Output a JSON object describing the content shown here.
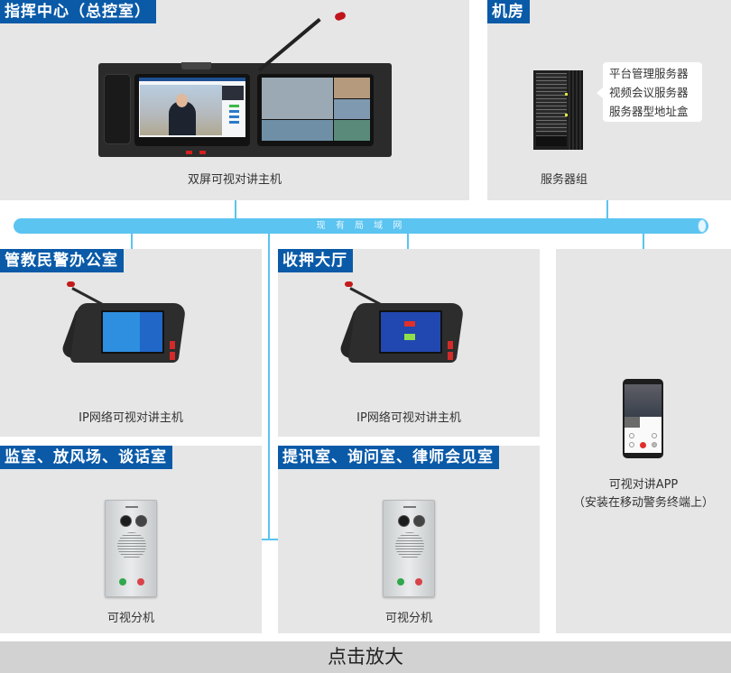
{
  "diagram": {
    "network_label": "现 有 局 域 网",
    "colors": {
      "tag_bg": "#0a5aa8",
      "panel_bg": "#e6e6e6",
      "line": "#5bc4f0",
      "bottom_bar": "#d2d2d2"
    }
  },
  "panels": {
    "command_center": {
      "tag": "指挥中心（总控室）",
      "device_caption": "双屏可视对讲主机"
    },
    "machine_room": {
      "tag": "机房",
      "device_caption": "服务器组",
      "bubble_lines": [
        "平台管理服务器",
        "视频会议服务器",
        "服务器型地址盒"
      ]
    },
    "officer_office": {
      "tag": "管教民警办公室",
      "device_caption": "IP网络可视对讲主机"
    },
    "custody_hall": {
      "tag": "收押大厅",
      "device_caption": "IP网络可视对讲主机"
    },
    "mobile": {
      "caption_line1": "可视对讲APP",
      "caption_line2": "（安装在移动警务终端上）"
    },
    "cells": {
      "tag": "监室、放风场、谈话室",
      "device_caption": "可视分机"
    },
    "interrogation": {
      "tag": "提讯室、询问室、律师会见室",
      "device_caption": "可视分机"
    }
  },
  "footer": {
    "enlarge_button": "点击放大"
  }
}
